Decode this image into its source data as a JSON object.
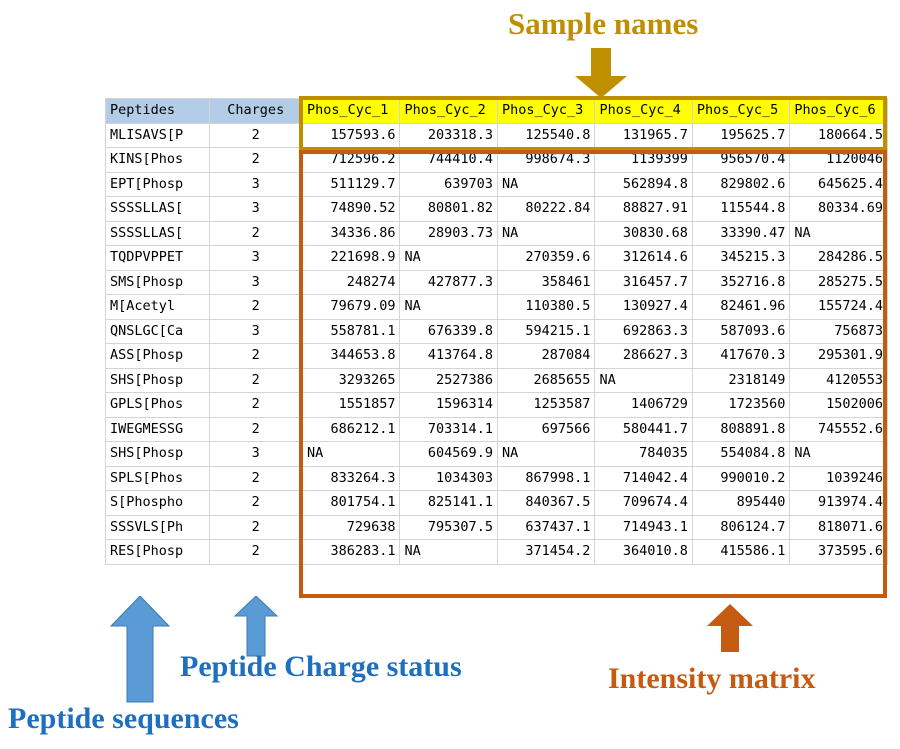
{
  "table": {
    "headers": {
      "peptides": "Peptides",
      "charges": "Charges",
      "samples": [
        "Phos_Cyc_1",
        "Phos_Cyc_2",
        "Phos_Cyc_3",
        "Phos_Cyc_4",
        "Phos_Cyc_5",
        "Phos_Cyc_6"
      ]
    },
    "rows": [
      {
        "peptide": "MLISAVS[P",
        "charge": "2",
        "values": [
          "157593.6",
          "203318.3",
          "125540.8",
          "131965.7",
          "195625.7",
          "180664.5"
        ]
      },
      {
        "peptide": "KINS[Phos",
        "charge": "2",
        "values": [
          "712596.2",
          "744410.4",
          "998674.3",
          "1139399",
          "956570.4",
          "1120046"
        ]
      },
      {
        "peptide": "EPT[Phosp",
        "charge": "3",
        "values": [
          "511129.7",
          "639703",
          "NA",
          "562894.8",
          "829802.6",
          "645625.4"
        ]
      },
      {
        "peptide": "SSSSLLAS[",
        "charge": "3",
        "values": [
          "74890.52",
          "80801.82",
          "80222.84",
          "88827.91",
          "115544.8",
          "80334.69"
        ]
      },
      {
        "peptide": "SSSSLLAS[",
        "charge": "2",
        "values": [
          "34336.86",
          "28903.73",
          "NA",
          "30830.68",
          "33390.47",
          "NA"
        ]
      },
      {
        "peptide": "TQDPVPPET",
        "charge": "3",
        "values": [
          "221698.9",
          "NA",
          "270359.6",
          "312614.6",
          "345215.3",
          "284286.5"
        ]
      },
      {
        "peptide": "SMS[Phosp",
        "charge": "3",
        "values": [
          "248274",
          "427877.3",
          "358461",
          "316457.7",
          "352716.8",
          "285275.5"
        ]
      },
      {
        "peptide": "M[Acetyl",
        "charge": "2",
        "values": [
          "79679.09",
          "NA",
          "110380.5",
          "130927.4",
          "82461.96",
          "155724.4"
        ]
      },
      {
        "peptide": "QNSLGC[Ca",
        "charge": "3",
        "values": [
          "558781.1",
          "676339.8",
          "594215.1",
          "692863.3",
          "587093.6",
          "756873"
        ]
      },
      {
        "peptide": "ASS[Phosp",
        "charge": "2",
        "values": [
          "344653.8",
          "413764.8",
          "287084",
          "286627.3",
          "417670.3",
          "295301.9"
        ]
      },
      {
        "peptide": "SHS[Phosp",
        "charge": "2",
        "values": [
          "3293265",
          "2527386",
          "2685655",
          "NA",
          "2318149",
          "4120553"
        ]
      },
      {
        "peptide": "GPLS[Phos",
        "charge": "2",
        "values": [
          "1551857",
          "1596314",
          "1253587",
          "1406729",
          "1723560",
          "1502006"
        ]
      },
      {
        "peptide": "IWEGMESSG",
        "charge": "2",
        "values": [
          "686212.1",
          "703314.1",
          "697566",
          "580441.7",
          "808891.8",
          "745552.6"
        ]
      },
      {
        "peptide": "SHS[Phosp",
        "charge": "3",
        "values": [
          "NA",
          "604569.9",
          "NA",
          "784035",
          "554084.8",
          "NA"
        ]
      },
      {
        "peptide": "SPLS[Phos",
        "charge": "2",
        "values": [
          "833264.3",
          "1034303",
          "867998.1",
          "714042.4",
          "990010.2",
          "1039246"
        ]
      },
      {
        "peptide": "S[Phospho",
        "charge": "2",
        "values": [
          "801754.1",
          "825141.1",
          "840367.5",
          "709674.4",
          "895440",
          "913974.4"
        ]
      },
      {
        "peptide": "SSSVLS[Ph",
        "charge": "2",
        "values": [
          "729638",
          "795307.5",
          "637437.1",
          "714943.1",
          "806124.7",
          "818071.6"
        ]
      },
      {
        "peptide": "RES[Phosp",
        "charge": "2",
        "values": [
          "386283.1",
          "NA",
          "371454.2",
          "364010.8",
          "415586.1",
          "373595.6"
        ]
      }
    ]
  },
  "annotations": {
    "sample_names": "Sample names",
    "intensity_matrix": "Intensity matrix",
    "peptide_charge_status": "Peptide Charge status",
    "peptide_sequences": "Peptide sequences"
  },
  "colors": {
    "sample_accent": "#bf8f00",
    "intensity_accent": "#c55a11",
    "peptide_accent": "#1f6fc0",
    "header_highlight": "#ffff00",
    "header_blue": "#b3cde8"
  }
}
